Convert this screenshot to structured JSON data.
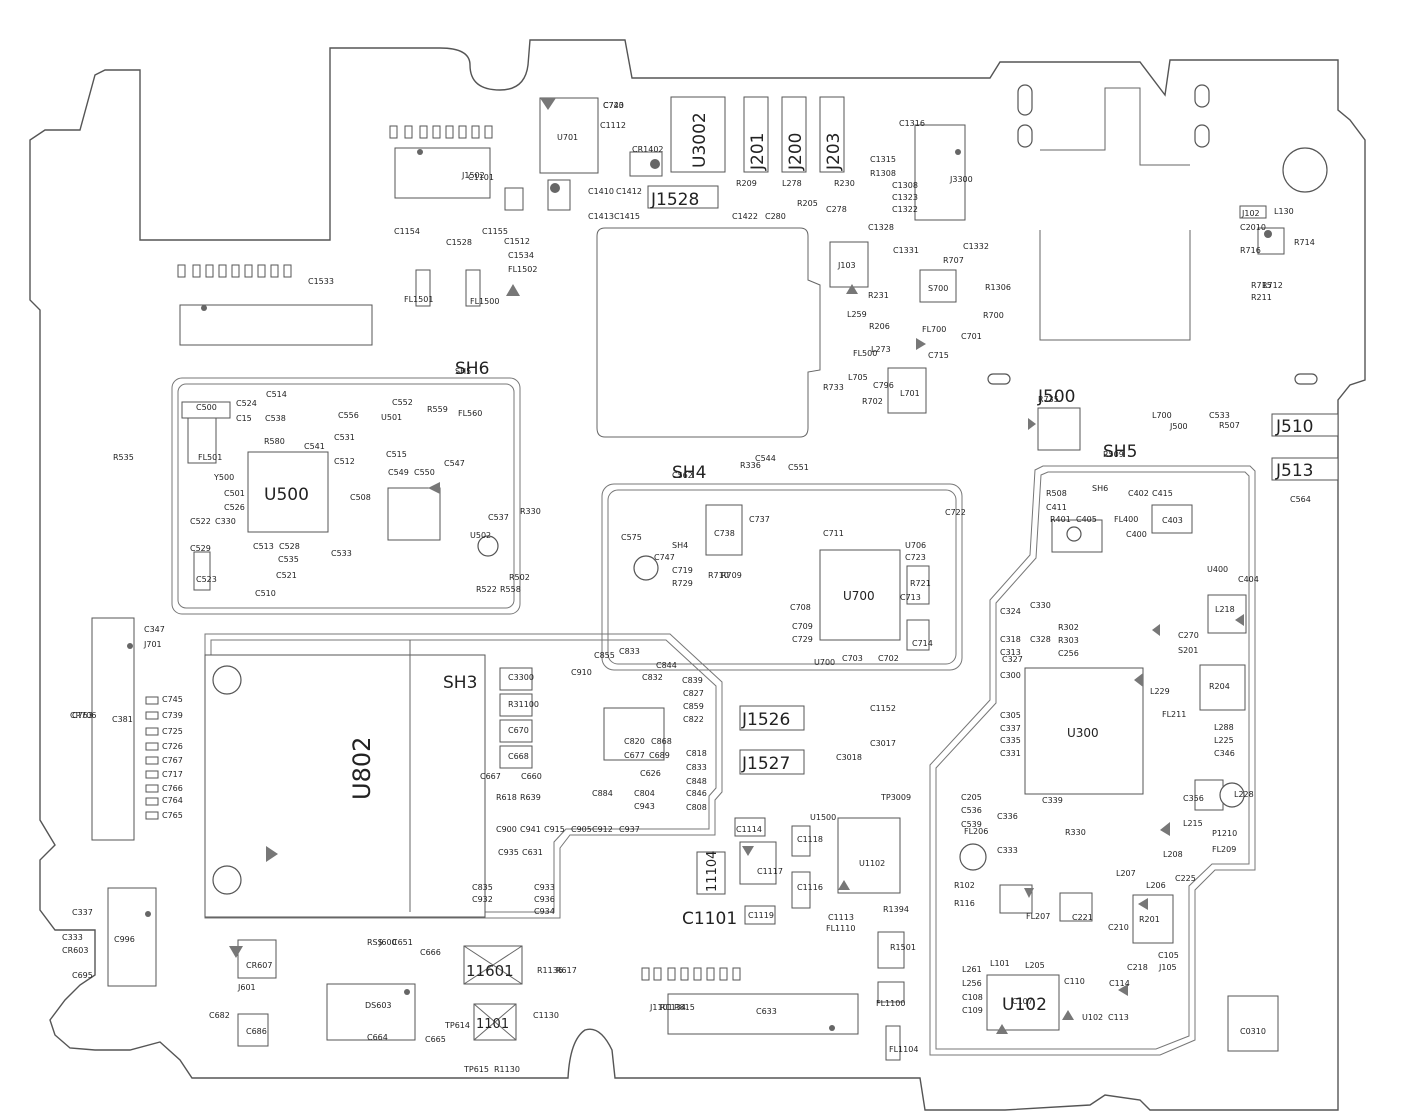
{
  "board": {
    "shields": [
      "SH3",
      "SH4",
      "SH5",
      "SH6"
    ],
    "big_labels": [
      "U802",
      "U500",
      "U300",
      "U700",
      "U102",
      "J1528",
      "J1526",
      "J1527",
      "J500",
      "J510",
      "J513",
      "J201",
      "J200",
      "J203",
      "U3002",
      "C1101",
      "11601",
      "1101",
      "11104"
    ],
    "part_labels": [
      "C740",
      "U701",
      "C1112",
      "CR1402",
      "C1410",
      "C1412",
      "C1413",
      "C1415",
      "C1422",
      "C280",
      "R205",
      "C278",
      "R209",
      "L278",
      "R230",
      "C1316",
      "C1315",
      "R1308",
      "C1308",
      "C1323",
      "C1322",
      "C1328",
      "J3300",
      "J1502",
      "C1534",
      "C1533",
      "C1512",
      "C1528",
      "C1101",
      "C1154",
      "C1155",
      "FL1502",
      "FL1501",
      "FL1500",
      "J103",
      "C1331",
      "C1332",
      "R707",
      "S700",
      "R700",
      "R1306",
      "R231",
      "R206",
      "L259",
      "FL700",
      "C701",
      "C715",
      "L273",
      "FL500",
      "L705",
      "C796",
      "R702",
      "L701",
      "R733",
      "SH5",
      "C500",
      "C524",
      "C514",
      "C15",
      "C538",
      "R580",
      "C531",
      "C541",
      "C512",
      "C515",
      "C549",
      "C550",
      "C547",
      "C508",
      "C552",
      "U501",
      "R559",
      "C556",
      "FL560",
      "FL501",
      "Y500",
      "C501",
      "C526",
      "C522",
      "C330",
      "C529",
      "C513",
      "C528",
      "C535",
      "C521",
      "C523",
      "C533",
      "C510",
      "C537",
      "R330",
      "U502",
      "R502",
      "R522",
      "R558",
      "R535",
      "R336",
      "C544",
      "C551",
      "C562",
      "C575",
      "SH4",
      "C747",
      "C719",
      "R729",
      "R710",
      "R709",
      "C738",
      "C737",
      "U706",
      "C723",
      "C729",
      "C709",
      "C708",
      "U700",
      "C703",
      "C702",
      "C714",
      "C713",
      "C711",
      "C722",
      "R721",
      "R735",
      "L700",
      "J500",
      "C533",
      "R507",
      "C564",
      "R509",
      "R508",
      "SH6",
      "C402",
      "C415",
      "C411",
      "R401",
      "C405",
      "FL400",
      "C403",
      "C400",
      "U400",
      "C404",
      "L218",
      "C270",
      "S201",
      "R204",
      "L229",
      "FL211",
      "L288",
      "L225",
      "C346",
      "C225",
      "C356",
      "L228",
      "L215",
      "P1210",
      "FL209",
      "L208",
      "L206",
      "R201",
      "C105",
      "J105",
      "L207",
      "C218",
      "C221",
      "C210",
      "FL207",
      "L101",
      "L205",
      "L261",
      "L256",
      "C108",
      "C109",
      "C107",
      "C110",
      "U102",
      "C113",
      "C114",
      "R102",
      "R116",
      "FL206",
      "C205",
      "C536",
      "C539",
      "C339",
      "C336",
      "C333",
      "R330",
      "R302",
      "R303",
      "C256",
      "C318",
      "C328",
      "C313",
      "C327",
      "C324",
      "C330",
      "C300",
      "C305",
      "C337",
      "C335",
      "C331",
      "C381",
      "C347",
      "J701",
      "C745",
      "C739",
      "C725",
      "C726",
      "C767",
      "C717",
      "C766",
      "C764",
      "C765",
      "CR706",
      "C763",
      "C337",
      "C333",
      "CR603",
      "C695",
      "C996",
      "CR607",
      "J601",
      "C682",
      "C686",
      "DS603",
      "RSS",
      "J600",
      "C651",
      "C664",
      "C666",
      "C665",
      "TP614",
      "TP615",
      "R1130",
      "C1130",
      "R617",
      "R1136",
      "C3300",
      "R31100",
      "C670",
      "C668",
      "C667",
      "C660",
      "R618",
      "R639",
      "C900",
      "C941",
      "C915",
      "C905",
      "C912",
      "C937",
      "C910",
      "C855",
      "C833",
      "C844",
      "C832",
      "C839",
      "C827",
      "C859",
      "C822",
      "C820",
      "C868",
      "C677",
      "C689",
      "C626",
      "C818",
      "C833",
      "C848",
      "C846",
      "C808",
      "C804",
      "C943",
      "C884",
      "C835",
      "C932",
      "C933",
      "C936",
      "C934",
      "C935",
      "C631",
      "C633",
      "J1101",
      "R1134",
      "R815",
      "C1114",
      "C1119",
      "C1118",
      "C1116",
      "C1117",
      "U1102",
      "U1500",
      "TP3009",
      "R1394",
      "R1501",
      "FL1100",
      "FL1104",
      "FL1110",
      "C1113",
      "C1152",
      "C3017",
      "C3018",
      "C0310",
      "J102",
      "L130",
      "C2010",
      "R716",
      "R714",
      "R715",
      "R712",
      "R211",
      "C723"
    ]
  }
}
